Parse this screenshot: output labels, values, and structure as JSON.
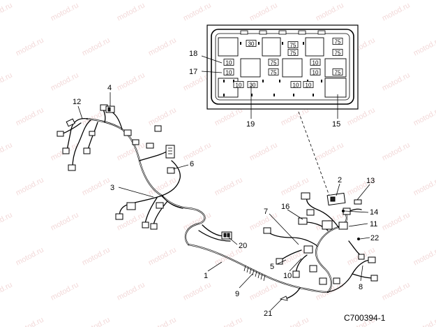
{
  "drawing_code": "C700394-1",
  "watermark_text": "motod.ru",
  "fuse_box": {
    "fuses": [
      {
        "id": "fuse-a",
        "rating": "30"
      },
      {
        "id": "fuse-b",
        "rating": "75"
      },
      {
        "id": "fuse-c",
        "rating": "75"
      },
      {
        "id": "fuse-d",
        "rating": "75"
      },
      {
        "id": "fuse-e",
        "rating": "75"
      },
      {
        "id": "fuse-f",
        "rating": "10"
      },
      {
        "id": "fuse-g",
        "rating": "10"
      },
      {
        "id": "fuse-h",
        "rating": "75"
      },
      {
        "id": "fuse-i",
        "rating": "75"
      },
      {
        "id": "fuse-j",
        "rating": "75"
      },
      {
        "id": "fuse-k",
        "rating": "10"
      },
      {
        "id": "fuse-l",
        "rating": "10"
      },
      {
        "id": "fuse-m",
        "rating": "10"
      },
      {
        "id": "fuse-n",
        "rating": "30"
      },
      {
        "id": "fuse-o",
        "rating": "10"
      },
      {
        "id": "fuse-p",
        "rating": "10"
      }
    ]
  },
  "callouts": [
    "1",
    "2",
    "3",
    "4",
    "5",
    "6",
    "7",
    "8",
    "9",
    "10",
    "11",
    "12",
    "13",
    "14",
    "15",
    "16",
    "17",
    "18",
    "19",
    "20",
    "21",
    "22"
  ]
}
